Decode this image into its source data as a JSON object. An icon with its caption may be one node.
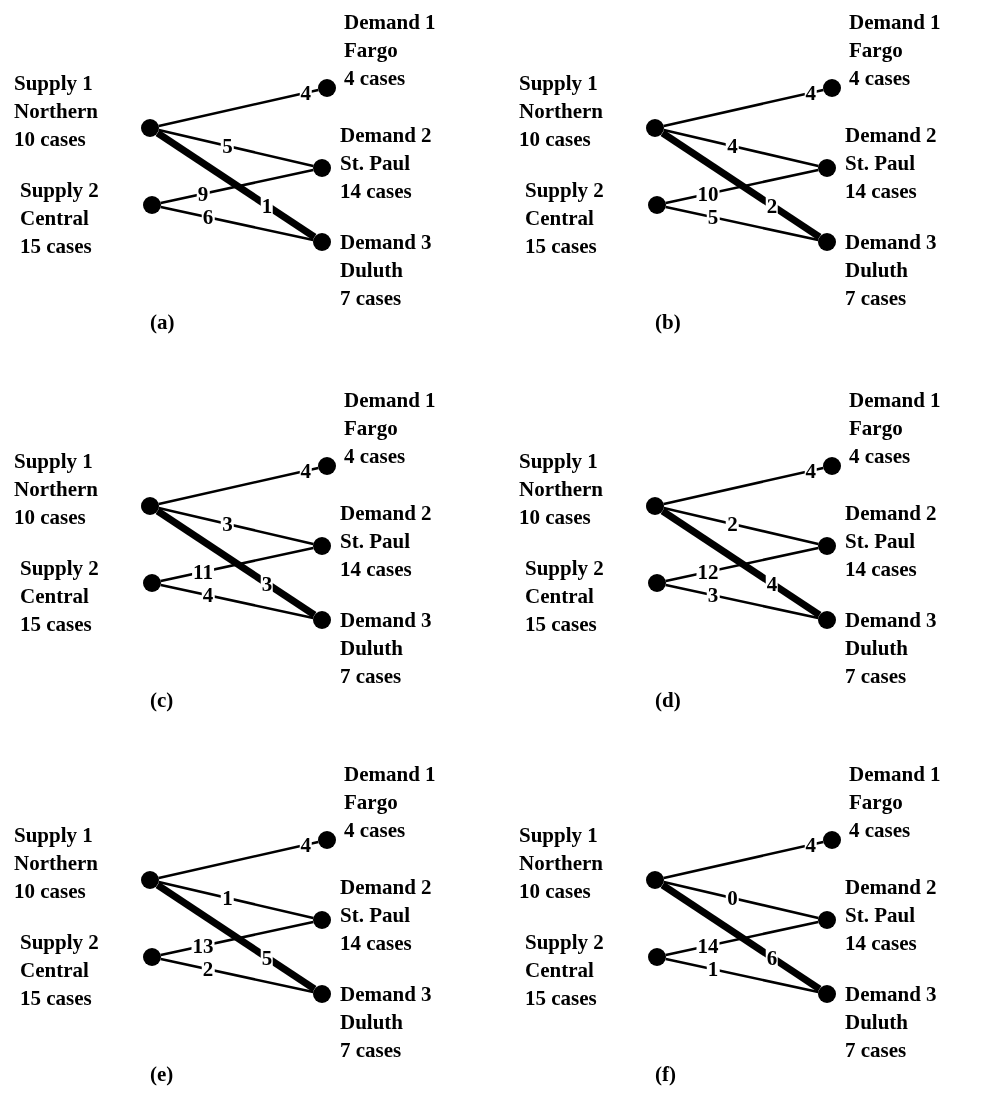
{
  "diagram": {
    "nodes": [
      {
        "text": [],
        "shape": "circle",
        "beside": [
          "Supply 1 Northern 10 cases"
        ]
      },
      {
        "text": [],
        "shape": "circle",
        "beside": [
          "Supply 2 Central 15 cases"
        ]
      },
      {
        "text": [],
        "shape": "circle",
        "beside": [
          "Demand 1 Fargo 4 cases"
        ]
      },
      {
        "text": [],
        "shape": "circle",
        "beside": [
          "Demand 2 St. Paul 14 cases"
        ]
      },
      {
        "text": [],
        "shape": "circle",
        "beside": [
          "Demand 3 Duluth 7 cases"
        ]
      },
      {
        "text": [],
        "shape": "circle",
        "beside": [
          "Supply 1 Northern 10 cases"
        ]
      },
      {
        "text": [],
        "shape": "circle",
        "beside": [
          "Supply 2 Central 15 cases"
        ]
      },
      {
        "text": [],
        "shape": "circle",
        "beside": [
          "Demand 1 Fargo 4 cases"
        ]
      },
      {
        "text": [],
        "shape": "circle",
        "beside": [
          "Demand 2 St. Paul 14 cases"
        ]
      },
      {
        "text": [],
        "shape": "circle",
        "beside": [
          "Demand 3 Duluth 7 cases"
        ]
      },
      {
        "text": [],
        "shape": "circle",
        "beside": [
          "Supply 1 Northern 10 cases"
        ]
      },
      {
        "text": [],
        "shape": "circle",
        "beside": [
          "Supply 2 Central 15 cases"
        ]
      },
      {
        "text": [],
        "shape": "circle",
        "beside": [
          "Demand 1 Fargo 4 cases"
        ]
      },
      {
        "text": [],
        "shape": "circle",
        "beside": [
          "Demand 2 St. Paul 14 cases"
        ]
      },
      {
        "text": [],
        "shape": "circle",
        "beside": [
          "Demand 3 Duluth 7 cases"
        ]
      },
      {
        "text": [],
        "shape": "circle",
        "beside": [
          "Supply 1 Northern 10 cases"
        ]
      },
      {
        "text": [],
        "shape": "circle",
        "beside": [
          "Supply 2 Central 15 cases"
        ]
      },
      {
        "text": [],
        "shape": "circle",
        "beside": [
          "Demand 1 Fargo 4 cases"
        ]
      },
      {
        "text": [],
        "shape": "circle",
        "beside": [
          "Demand 2 St. Paul 14 cases"
        ]
      },
      {
        "text": [],
        "shape": "circle",
        "beside": [
          "Demand 3 Duluth 7 cases"
        ]
      },
      {
        "text": [],
        "shape": "circle",
        "beside": [
          "Supply 1 Northern 10 cases"
        ]
      },
      {
        "text": [],
        "shape": "circle",
        "beside": [
          "Supply 2 Central 15 cases"
        ]
      },
      {
        "text": [],
        "shape": "circle",
        "beside": [
          "Demand 1 Fargo 4 cases"
        ]
      },
      {
        "text": [],
        "shape": "circle",
        "beside": [
          "Demand 2 St. Paul 14 cases"
        ]
      },
      {
        "text": [],
        "shape": "circle",
        "beside": [
          "Demand 3 Duluth 7 cases"
        ]
      },
      {
        "text": [],
        "shape": "circle",
        "beside": [
          "Supply 1 Northern 10 cases"
        ]
      },
      {
        "text": [],
        "shape": "circle",
        "beside": [
          "Supply 2 Central 15 cases"
        ]
      },
      {
        "text": [],
        "shape": "circle",
        "beside": [
          "Demand 1 Fargo 4 cases"
        ]
      },
      {
        "text": [],
        "shape": "circle",
        "beside": [
          "Demand 2 St. Paul 14 cases"
        ]
      },
      {
        "text": [],
        "shape": "circle",
        "beside": [
          "Demand 3 Duluth 7 cases"
        ]
      }
    ],
    "edges": [
      {
        "from": 0,
        "to": 2,
        "arrow": "none",
        "label": "4"
      },
      {
        "from": 0,
        "to": 3,
        "arrow": "none",
        "label": "5"
      },
      {
        "from": 0,
        "to": 4,
        "arrow": "none",
        "label": "1",
        "style": "thick"
      },
      {
        "from": 1,
        "to": 3,
        "arrow": "none",
        "label": "9"
      },
      {
        "from": 1,
        "to": 4,
        "arrow": "none",
        "label": "6"
      },
      {
        "from": 5,
        "to": 7,
        "arrow": "none",
        "label": "4"
      },
      {
        "from": 5,
        "to": 8,
        "arrow": "none",
        "label": "4"
      },
      {
        "from": 5,
        "to": 9,
        "arrow": "none",
        "label": "2",
        "style": "thick"
      },
      {
        "from": 6,
        "to": 8,
        "arrow": "none",
        "label": "10"
      },
      {
        "from": 6,
        "to": 9,
        "arrow": "none",
        "label": "5"
      },
      {
        "from": 10,
        "to": 12,
        "arrow": "none",
        "label": "4"
      },
      {
        "from": 10,
        "to": 13,
        "arrow": "none",
        "label": "3"
      },
      {
        "from": 10,
        "to": 14,
        "arrow": "none",
        "label": "3",
        "style": "thick"
      },
      {
        "from": 11,
        "to": 13,
        "arrow": "none",
        "label": "11"
      },
      {
        "from": 11,
        "to": 14,
        "arrow": "none",
        "label": "4"
      },
      {
        "from": 15,
        "to": 17,
        "arrow": "none",
        "label": "4"
      },
      {
        "from": 15,
        "to": 18,
        "arrow": "none",
        "label": "2"
      },
      {
        "from": 15,
        "to": 19,
        "arrow": "none",
        "label": "4",
        "style": "thick"
      },
      {
        "from": 16,
        "to": 18,
        "arrow": "none",
        "label": "12"
      },
      {
        "from": 16,
        "to": 19,
        "arrow": "none",
        "label": "3"
      },
      {
        "from": 20,
        "to": 22,
        "arrow": "none",
        "label": "4"
      },
      {
        "from": 20,
        "to": 23,
        "arrow": "none",
        "label": "1"
      },
      {
        "from": 20,
        "to": 24,
        "arrow": "none",
        "label": "5",
        "style": "thick"
      },
      {
        "from": 21,
        "to": 23,
        "arrow": "none",
        "label": "13"
      },
      {
        "from": 21,
        "to": 24,
        "arrow": "none",
        "label": "2"
      },
      {
        "from": 25,
        "to": 27,
        "arrow": "none",
        "label": "4"
      },
      {
        "from": 25,
        "to": 28,
        "arrow": "none",
        "label": "0"
      },
      {
        "from": 25,
        "to": 29,
        "arrow": "none",
        "label": "6",
        "style": "thick"
      },
      {
        "from": 26,
        "to": 28,
        "arrow": "none",
        "label": "14"
      },
      {
        "from": 26,
        "to": 29,
        "arrow": "none",
        "label": "1"
      }
    ],
    "labels": [
      "(a)",
      "(b)",
      "(c)",
      "(d)",
      "(e)",
      "(f)"
    ]
  }
}
